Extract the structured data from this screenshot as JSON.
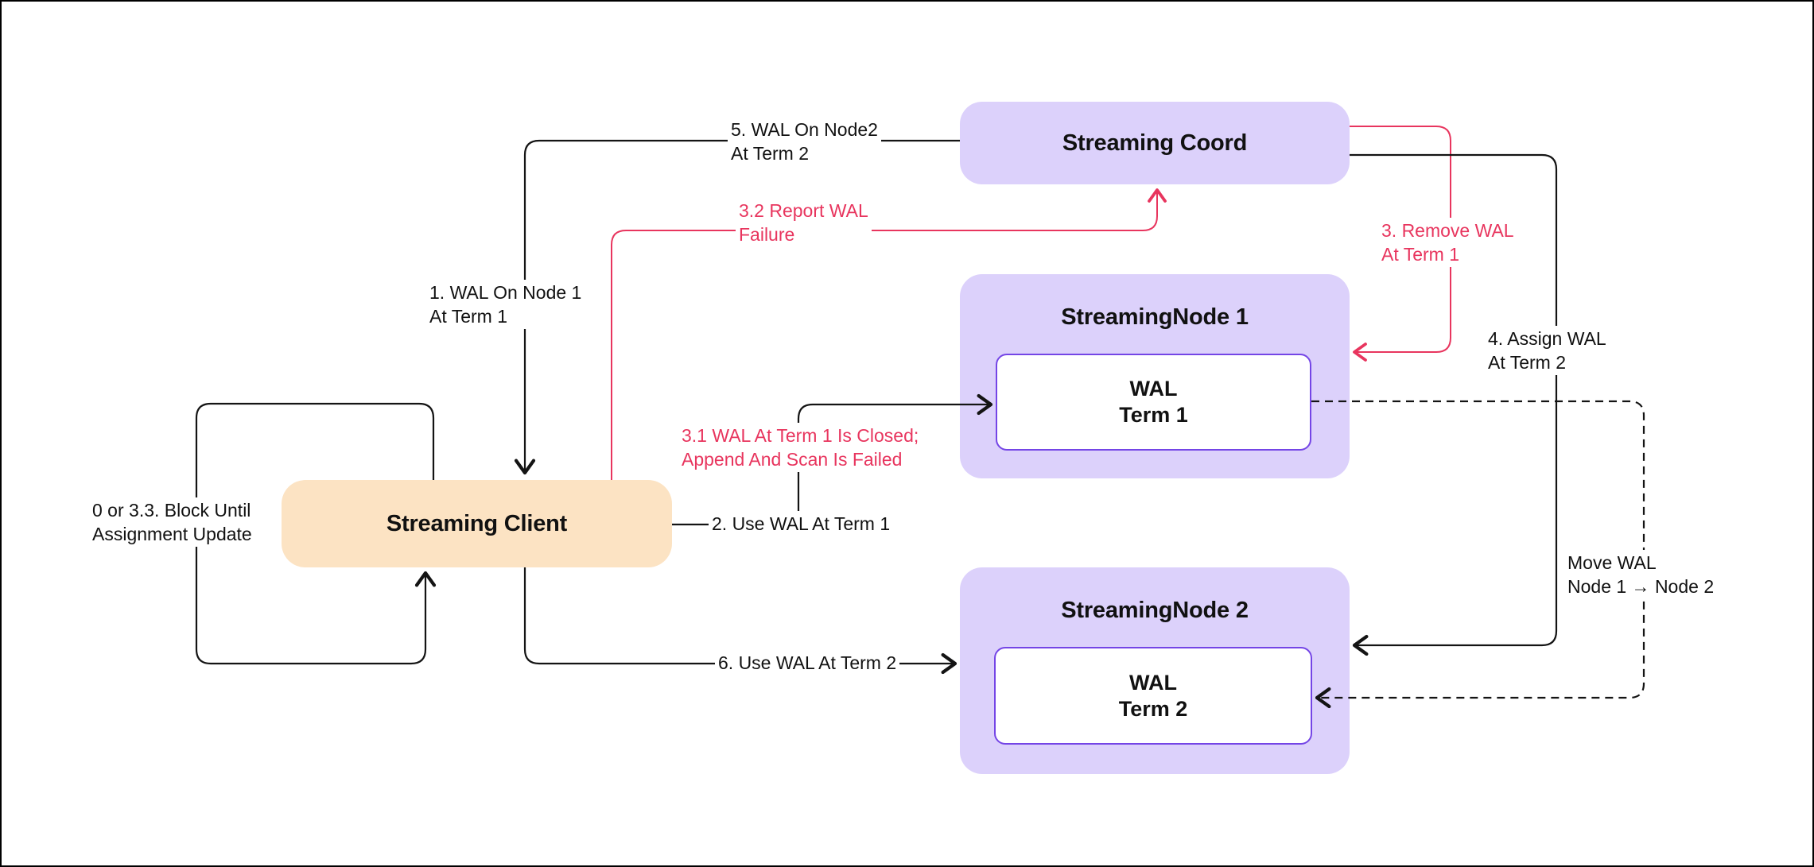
{
  "colors": {
    "node-purple-fill": "#DCD1FB",
    "node-purple-border": "#7445E6",
    "client-orange-fill": "#FCE3C3",
    "edge-black": "#141414",
    "edge-red": "#E8355E",
    "background": "#FFFFFF"
  },
  "nodes": {
    "coord": {
      "label": "Streaming Coord"
    },
    "node1": {
      "label": "StreamingNode 1"
    },
    "wal1": {
      "line1": "WAL",
      "line2": "Term 1"
    },
    "node2": {
      "label": "StreamingNode 2"
    },
    "wal2": {
      "line1": "WAL",
      "line2": "Term 2"
    },
    "client": {
      "label": "Streaming Client"
    }
  },
  "edges": {
    "coord_to_client": {
      "label_top_line1": "5. WAL On Node2",
      "label_top_line2": "At Term 2",
      "label_side_line1": "1. WAL On Node 1",
      "label_side_line2": "At Term 1"
    },
    "client_self_loop": {
      "label_line1": "0 or 3.3. Block Until",
      "label_line2": "Assignment Update"
    },
    "client_to_wal1": {
      "label": "2. Use WAL At Term 1"
    },
    "wal1_failure_note": {
      "line1": "3.1 WAL At Term 1 Is Closed;",
      "line2": "Append And Scan Is Failed"
    },
    "client_to_coord": {
      "label_line1": "3.2 Report WAL",
      "label_line2": "Failure"
    },
    "coord_to_node1": {
      "label_line1": "3. Remove WAL",
      "label_line2": "At Term 1"
    },
    "coord_to_node2": {
      "label_line1": "4. Assign WAL",
      "label_line2": "At Term 2"
    },
    "client_to_node2": {
      "label": "6. Use WAL At Term 2"
    },
    "wal1_to_wal2": {
      "label_line1": "Move WAL",
      "label_line2": "Node 1 → Node 2"
    }
  }
}
